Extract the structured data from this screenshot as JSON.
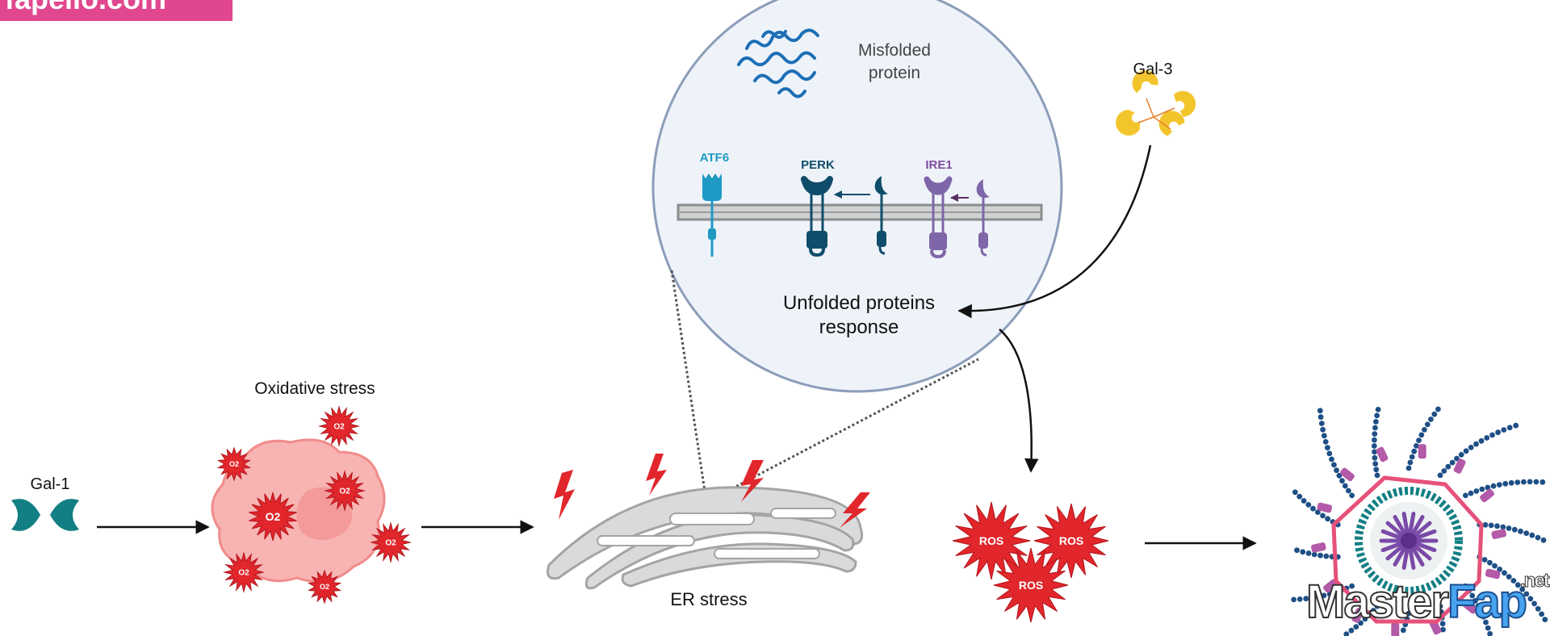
{
  "labels": {
    "gal1": "Gal-1",
    "oxidative_stress": "Oxidative stress",
    "er_stress": "ER stress",
    "gal3": "Gal-3",
    "misfolded_protein_line1": "Misfolded",
    "misfolded_protein_line2": "protein",
    "atf6": "ATF6",
    "perk": "PERK",
    "ire1": "IRE1",
    "upr_line1": "Unfolded proteins",
    "upr_line2": "response",
    "ros": "ROS",
    "o2": "O2"
  },
  "watermarks": {
    "top_left": "fapello.com",
    "bottom_right_a": "Master",
    "bottom_right_b": "Fap",
    "bottom_right_tld": ".net"
  },
  "colors": {
    "red": "#e1262c",
    "teal": "#127f84",
    "atf6_blue": "#1e9ac4",
    "perk_navy": "#0f4d6a",
    "ire1_purple": "#7f66a8",
    "circle_fill": "#eef3fa",
    "circle_stroke": "#8b9db8",
    "gold": "#f3c52d"
  }
}
